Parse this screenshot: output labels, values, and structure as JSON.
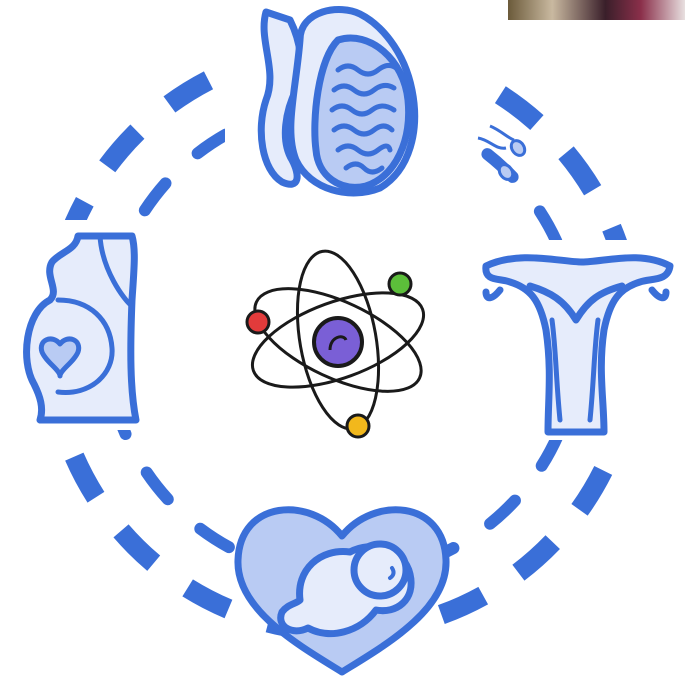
{
  "diagram": {
    "nodes": [
      {
        "id": "testis",
        "icon": "testis-icon"
      },
      {
        "id": "sperm",
        "icon": "sperm-icon"
      },
      {
        "id": "uterus",
        "icon": "uterus-icon"
      },
      {
        "id": "fetus",
        "icon": "fetus-in-heart-icon"
      },
      {
        "id": "pregnancy",
        "icon": "pregnant-belly-icon"
      },
      {
        "id": "center",
        "icon": "atom-icon"
      }
    ],
    "colors": {
      "outline": "#3a6fd8",
      "fill_light": "#e6ecfb",
      "fill_mid": "#b9cbf3",
      "dash_outer": "#3a6fd8",
      "dash_inner": "#3a6fd8",
      "atom_orbit": "#1a1a1a",
      "atom_nucleus": "#7a5fd6",
      "electron_red": "#e23b3b",
      "electron_green": "#5cbf3a",
      "electron_yellow": "#f2b81c"
    }
  }
}
